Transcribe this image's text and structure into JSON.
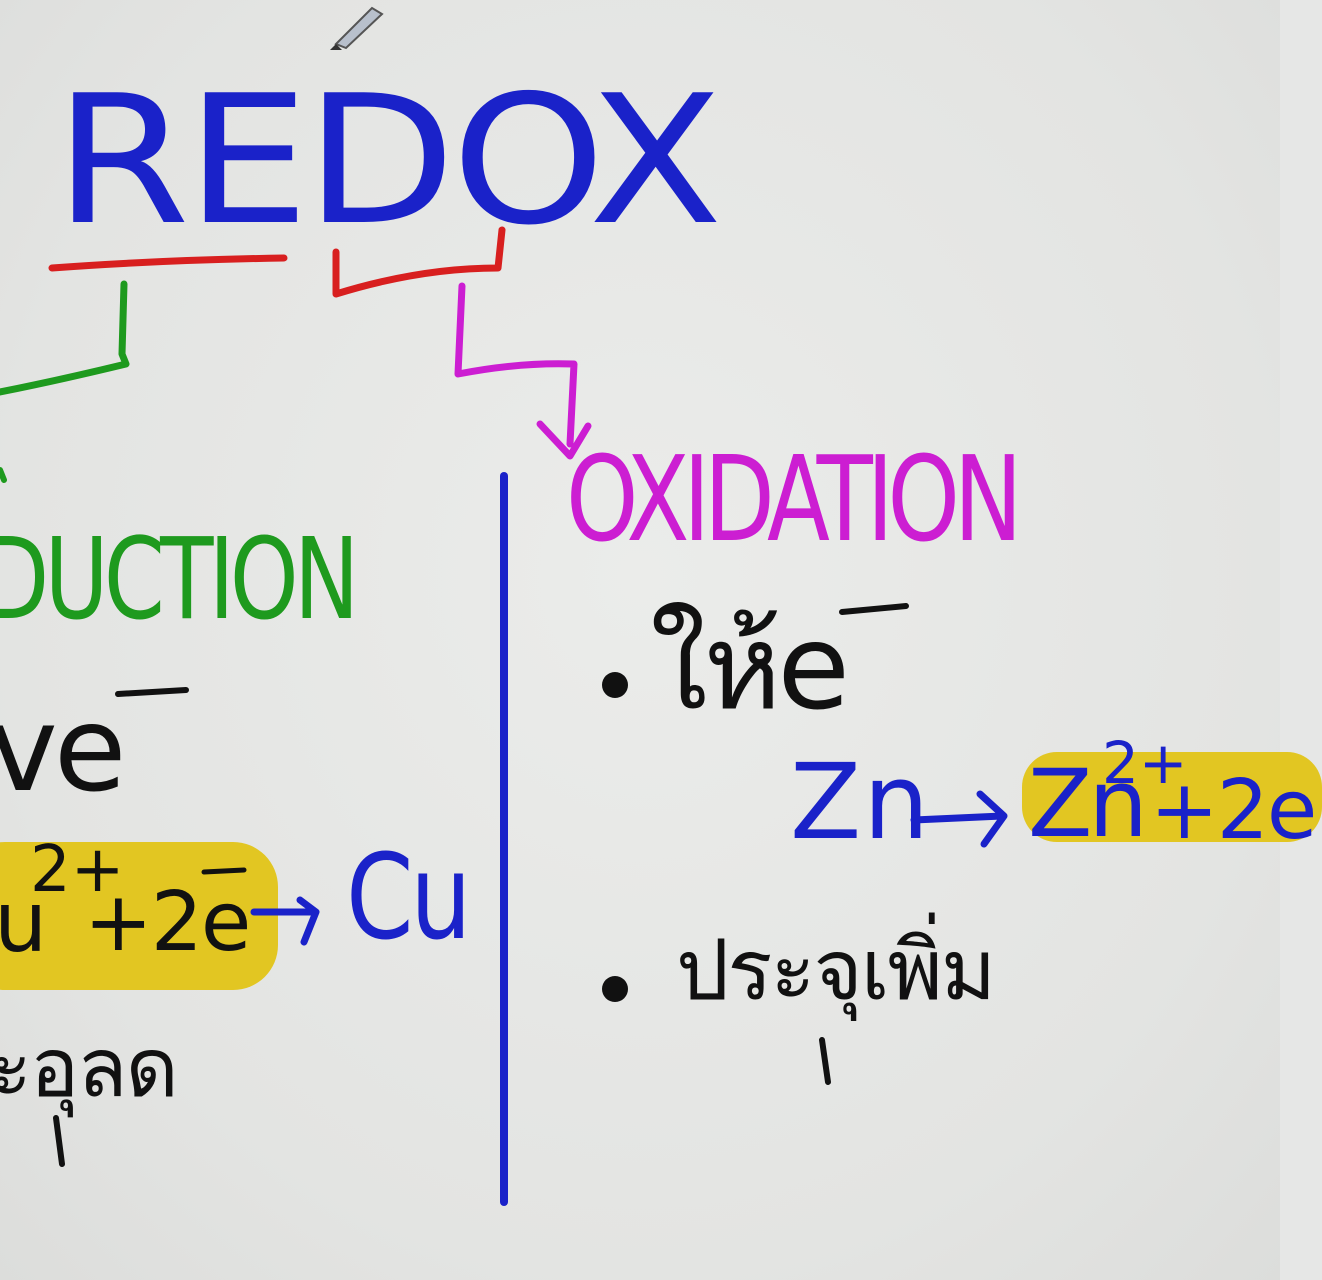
{
  "colors": {
    "blue": "#1a22c9",
    "red": "#d81f1f",
    "green": "#1e9a1e",
    "magenta": "#cc1ed2",
    "black": "#111111",
    "yellow": "#e2c417",
    "board": "#e6e7e6"
  },
  "title": "REDOX",
  "reduction": {
    "heading": "DUCTION",
    "gain_label": "ve",
    "electron_symbol": "e",
    "reaction_left": "u",
    "reaction_charge": "2+",
    "reaction_electrons": "+2e",
    "reaction_arrow": "→",
    "reaction_product": "Cu",
    "state_label": "ะอุลด"
  },
  "oxidation": {
    "heading": "OXIDATION",
    "give_label": "ให้e",
    "reaction_reactant": "Zn",
    "reaction_arrow": "→",
    "reaction_ion": "Zn",
    "reaction_charge": "2+",
    "reaction_electrons": "+2e",
    "state_label": "ประจุเพิ่ม"
  },
  "icons": {
    "pen": "marker-pen-icon",
    "bullet": "bullet-dot-icon"
  }
}
